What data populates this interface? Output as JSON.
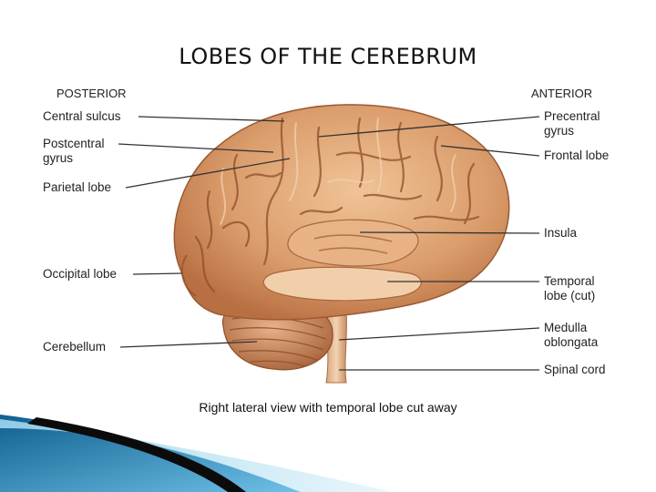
{
  "title": "LOBES OF THE CEREBRUM",
  "orientation": {
    "posterior": "POSTERIOR",
    "anterior": "ANTERIOR"
  },
  "labels": {
    "central_sulcus": "Central sulcus",
    "postcentral_gyrus": "Postcentral\ngyrus",
    "parietal_lobe": "Parietal lobe",
    "occipital_lobe": "Occipital lobe",
    "cerebellum": "Cerebellum",
    "precentral_gyrus": "Precentral\ngyrus",
    "frontal_lobe": "Frontal lobe",
    "insula": "Insula",
    "temporal_lobe_cut": "Temporal\nlobe (cut)",
    "medulla_oblongata": "Medulla\noblongata",
    "spinal_cord": "Spinal cord"
  },
  "caption": "Right lateral view with temporal lobe cut away",
  "colors": {
    "brain": "#d99b6c",
    "brain_dark": "#a35f36",
    "brain_light": "#f1c9a1",
    "leader_line": "#333333",
    "accent_blue": "#2a7fb0"
  }
}
